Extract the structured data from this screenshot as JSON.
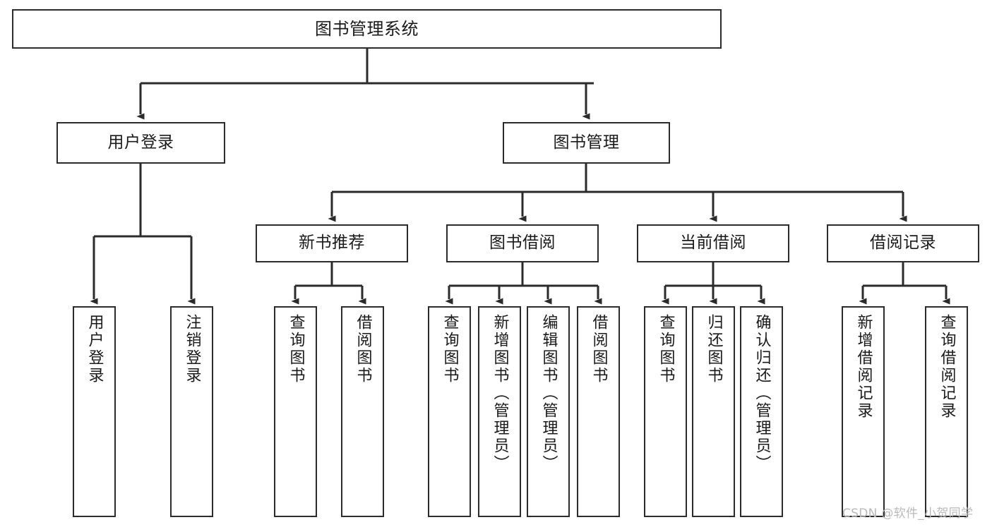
{
  "diagram": {
    "type": "hierarchy-tree",
    "title": "图书管理系统",
    "root": {
      "label": "图书管理系统"
    },
    "level1": [
      {
        "label": "用户登录"
      },
      {
        "label": "图书管理"
      }
    ],
    "level2": [
      {
        "label": "新书推荐"
      },
      {
        "label": "图书借阅"
      },
      {
        "label": "当前借阅"
      },
      {
        "label": "借阅记录"
      }
    ],
    "leaves": {
      "user_login": [
        {
          "label": "用户登录"
        },
        {
          "label": "注销登录"
        }
      ],
      "new_book_recommend": [
        {
          "label": "查询图书"
        },
        {
          "label": "借阅图书"
        }
      ],
      "book_borrow": [
        {
          "label": "查询图书"
        },
        {
          "label": "新增图书（管理员）"
        },
        {
          "label": "编辑图书（管理员）"
        },
        {
          "label": "借阅图书"
        }
      ],
      "current_borrow": [
        {
          "label": "查询图书"
        },
        {
          "label": "归还图书"
        },
        {
          "label": "确认归还（管理员）"
        }
      ],
      "borrow_record": [
        {
          "label": "新增借阅记录"
        },
        {
          "label": "查询借阅记录"
        }
      ]
    }
  },
  "watermark": {
    "text": "CSDN @软件_小贺同学"
  },
  "colors": {
    "stroke": "#2b2b2b",
    "background": "#ffffff",
    "text": "#1a1a1a",
    "watermark": "#b9b9b9"
  }
}
